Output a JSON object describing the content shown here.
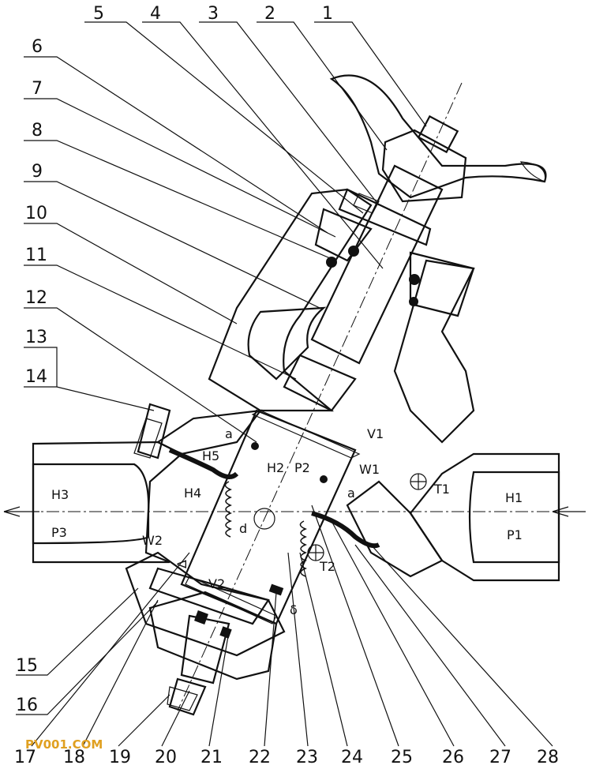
{
  "part_numbers": {
    "top": [
      "5",
      "4",
      "3",
      "2",
      "1"
    ],
    "left": [
      "6",
      "7",
      "8",
      "9",
      "10",
      "11",
      "12",
      "13",
      "14",
      "15",
      "16"
    ],
    "bottom": [
      "17",
      "18",
      "19",
      "20",
      "21",
      "22",
      "23",
      "24",
      "25",
      "26",
      "27",
      "28"
    ]
  },
  "zone_labels": {
    "H1": "H1",
    "P1": "P1",
    "T1": "T1",
    "H2": "H2",
    "P2": "P2",
    "V1": "V1",
    "W1": "W1",
    "H3": "H3",
    "P3": "P3",
    "H4": "H4",
    "H5": "H5",
    "W2": "W2",
    "T2": "T2",
    "V2": "V2",
    "a1": "a",
    "a2": "a",
    "d": "d",
    "delta": "δ",
    "Delta": "Δ"
  },
  "watermark": "PV001.COM"
}
